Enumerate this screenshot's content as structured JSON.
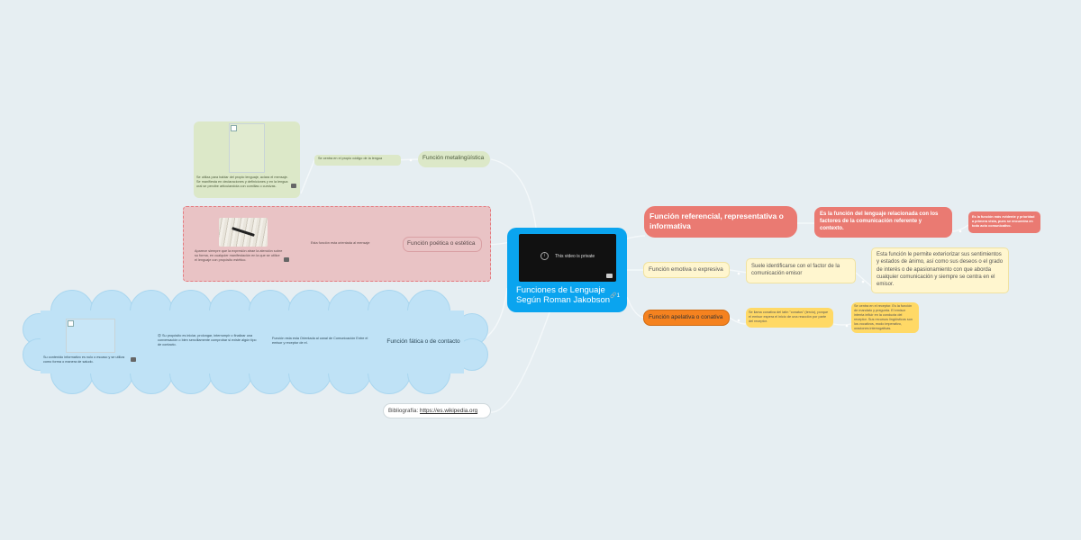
{
  "center": {
    "title": "Funciones de Lenguaje Según Roman Jakobson",
    "video_text": "This video is private",
    "link_count": "1",
    "link_icon": "link-icon"
  },
  "left": {
    "metalinguistica": {
      "label": "Función metalingüística",
      "detail": "Se centra en el propio código de la lengua",
      "card_text": "Se utiliza para hablar del propio lenguaje, aclara el mensaje. Se manifiesta en declaraciones y definiciones y en la lengua oral se percibe articulandola con comillas o cursivas."
    },
    "poetica": {
      "label": "Función poética o estética",
      "detail": "Esta función esta orientada al mensaje",
      "card_text": "Aparece siempre que la expresión atrae la atención sobre su forma, en cualquier manifestación en la que se utilice el lenguaje con propósito estético."
    },
    "fatica": {
      "label": "Función fática o de contacto",
      "detail": "Función esta esta Orientada al canal de Comunicación Entre el emisor y receptor de el.",
      "sub_detail": "😊 Su propósito es iniciar, prolongar, interrumpir o finalizar una conversación o bien sencillamente comprobar si existe algún tipo de contacto.",
      "card_text": "Su contenido informativo es nulo o escaso y se utiliza como forma o manera de saludo."
    },
    "bibliografia": {
      "label": "Bibliografía:",
      "link": "https://es.wikipedia.org"
    }
  },
  "right": {
    "referencial": {
      "label": "Función referencial, representativa o informativa",
      "detail": "Es la función del lenguaje relacionada con los factores de la comunicación referente y contexto.",
      "sub_detail": "Es la función más evidente y prioridad a primera vista, pues se encuentra en todo acto comunicativo."
    },
    "emotiva": {
      "label": "Función emotiva o expresiva",
      "detail": "Suele identificarse con el factor de la comunicación emisor",
      "sub_detail": "Esta función le permite exteriorizar sus sentimientos y estados de ánimo, así como sus deseos o el grado de interés o de apasionamiento con que aborda cualquier comunicación y siempre se centra en el emisor."
    },
    "apelativa": {
      "label": "Función apelativa o conativa",
      "detail": "Se llama conativa del latín \"conatus\" (tercio), porque el emisor espera el inicio de una reacción por parte del receptor.",
      "sub_detail": "Se centra en el receptor. Es la función de mandato y pregunta. El emisor intenta influir en la conducta del receptor. Sus recursos lingüísticos son los vocativos, modo imperativo, oraciones interrogativas."
    }
  },
  "colors": {
    "center": "#0aa4ef",
    "background": "#e6eef2",
    "referencial": "#ea7a72",
    "emotiva": "#fff6cf",
    "apelativa": "#f5821f",
    "apelativa_detail": "#ffd966",
    "metalinguistica": "#dce8c8",
    "poetica": "#e9c3c5",
    "fatica_cloud": "#bfe2f6"
  }
}
